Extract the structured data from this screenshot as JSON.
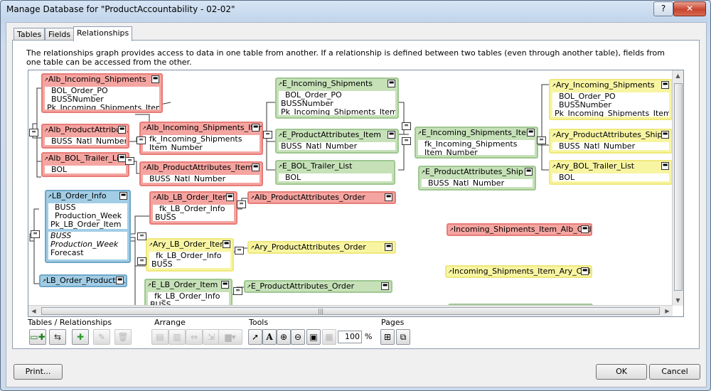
{
  "window": {
    "title": "Manage Database for \"ProductAccountability - 02-02\"",
    "help_glyph": "?",
    "close_glyph": "✕"
  },
  "tabs": [
    {
      "label": "Tables"
    },
    {
      "label": "Fields"
    },
    {
      "label": "Relationships"
    }
  ],
  "description": "The relationships graph provides access to data in one table from another. If a relationship is defined between two tables (even through another table), fields from one table can be accessed from the other.",
  "graph": {
    "table_occurrences": [
      {
        "name": "Alb_Incoming_Shipments",
        "color": "red",
        "fields": [
          "BOL_Order_PO",
          "BUSSNumber",
          "Pk_Incoming_Shipments_Item"
        ]
      },
      {
        "name": "Alb_ProductAttribut...",
        "color": "red",
        "fields": [
          "BUSS_Natl_Number"
        ]
      },
      {
        "name": "Alb_BOL_Trailer_List",
        "color": "red",
        "fields": [
          "BOL"
        ]
      },
      {
        "name": "Alb_Incoming_Shipments_Item",
        "color": "red",
        "fields": [
          "fk_Incoming_Shipments",
          "Item_Number"
        ]
      },
      {
        "name": "Alb_ProductAttributes_Item",
        "color": "red",
        "fields": [
          "BUSS_Natl_Number"
        ]
      },
      {
        "name": "E_Incoming_Shipments",
        "color": "green",
        "fields": [
          "BOL_Order_PO",
          "BUSSNumber",
          "Pk_Incoming_Shipments_Item"
        ]
      },
      {
        "name": "E_ProductAttributes_Item",
        "color": "green",
        "fields": [
          "BUSS_Natl_Number"
        ]
      },
      {
        "name": "E_BOL_Trailer_List",
        "color": "green",
        "fields": [
          "BOL"
        ]
      },
      {
        "name": "E_Incoming_Shipments_Item",
        "color": "green",
        "fields": [
          "fk_Incoming_Shipments",
          "Item_Number"
        ]
      },
      {
        "name": "E_ProductAttributes_Ship",
        "color": "green",
        "fields": [
          "BUSS_Natl_Number"
        ]
      },
      {
        "name": "Ary_Incoming_Shipments",
        "color": "yellow",
        "fields": [
          "BOL_Order_PO",
          "BUSSNumber",
          "Pk_Incoming_Shipments_Item"
        ]
      },
      {
        "name": "Ary_ProductAttributes_Ship",
        "color": "yellow",
        "fields": [
          "BUSS_Natl_Number"
        ]
      },
      {
        "name": "Ary_BOL_Trailer_List",
        "color": "yellow",
        "fields": [
          "BOL"
        ]
      },
      {
        "name": "LB_Order_Info",
        "color": "blue",
        "fields": [
          "BUSS",
          "Production_Week",
          "Pk_LB_Order_Item"
        ],
        "extra_fields": [
          "BUSS",
          "Production_Week",
          "Forecast"
        ]
      },
      {
        "name": "LB_Order_ProductA...",
        "color": "blue",
        "fields": []
      },
      {
        "name": "Alb_LB_Order_Item",
        "color": "red",
        "fields": [
          "fk_LB_Order_Info",
          "BUSS"
        ]
      },
      {
        "name": "Alb_ProductAttributes_Order",
        "color": "red",
        "fields": []
      },
      {
        "name": "Ary_LB_Order_Item",
        "color": "yellow",
        "fields": [
          "fk_LB_Order_Info",
          "BUSS"
        ]
      },
      {
        "name": "Ary_ProductAttributes_Order",
        "color": "yellow",
        "fields": []
      },
      {
        "name": "E_LB_Order_Item",
        "color": "green",
        "fields": [
          "fk_LB_Order_Info",
          "BUSS"
        ]
      },
      {
        "name": "E_ProductAttributes_Order",
        "color": "green",
        "fields": []
      },
      {
        "name": "Incoming_Shipments_Item_Alb_Order",
        "color": "red",
        "fields": []
      },
      {
        "name": "Incoming_Shipments_Item_Ary_Order",
        "color": "yellow",
        "fields": []
      }
    ]
  },
  "toolbar": {
    "groups": {
      "tables": "Tables / Relationships",
      "arrange": "Arrange",
      "tools": "Tools",
      "pages": "Pages"
    },
    "zoom_value": "100",
    "zoom_unit": "%"
  },
  "buttons": {
    "print": "Print...",
    "ok": "OK",
    "cancel": "Cancel"
  },
  "colors": {
    "red": "#f5a5a1",
    "green": "#c6e1b8",
    "yellow": "#f8f5a2",
    "blue": "#a2cde5"
  }
}
